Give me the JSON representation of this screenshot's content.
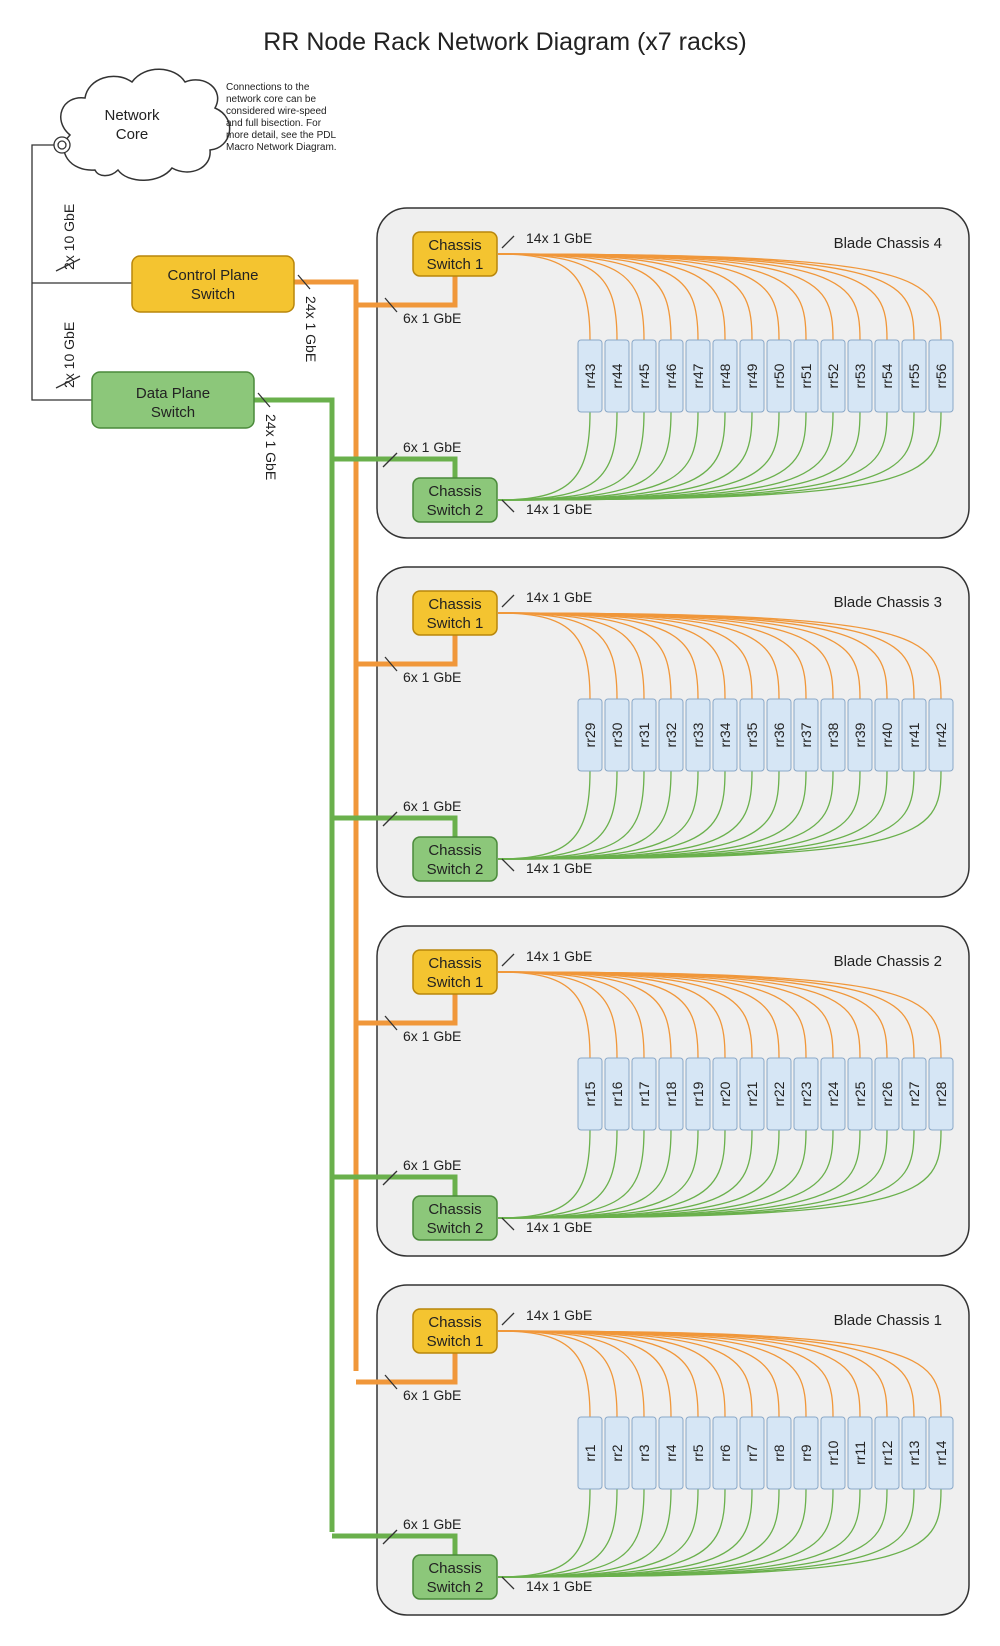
{
  "title": "RR Node Rack Network Diagram (x7 racks)",
  "network_core": {
    "label_line1": "Network",
    "label_line2": "Core",
    "note_lines": [
      "Connections to the",
      "network core can be",
      "considered wire-speed",
      "and full bisection.  For",
      "more detail, see the PDL",
      "Macro Network Diagram."
    ]
  },
  "uplinks": {
    "control": "2x 10 GbE",
    "data": "2x 10 GbE"
  },
  "control_switch": {
    "line1": "Control Plane",
    "line2": "Switch",
    "link_label": "24x 1 GbE"
  },
  "data_switch": {
    "line1": "Data Plane",
    "line2": "Switch",
    "link_label": "24x 1 GbE"
  },
  "chassis_switch_1": {
    "line1": "Chassis",
    "line2": "Switch 1"
  },
  "chassis_switch_2": {
    "line1": "Chassis",
    "line2": "Switch 2"
  },
  "chassis": [
    {
      "name": "Blade Chassis 4",
      "uplink_top": "6x 1 GbE",
      "uplink_bottom": "6x 1 GbE",
      "node_link_top": "14x 1 GbE",
      "node_link_bottom": "14x 1 GbE",
      "nodes": [
        "rr43",
        "rr44",
        "rr45",
        "rr46",
        "rr47",
        "rr48",
        "rr49",
        "rr50",
        "rr51",
        "rr52",
        "rr53",
        "rr54",
        "rr55",
        "rr56"
      ]
    },
    {
      "name": "Blade Chassis 3",
      "uplink_top": "6x 1 GbE",
      "uplink_bottom": "6x 1 GbE",
      "node_link_top": "14x 1 GbE",
      "node_link_bottom": "14x 1 GbE",
      "nodes": [
        "rr29",
        "rr30",
        "rr31",
        "rr32",
        "rr33",
        "rr34",
        "rr35",
        "rr36",
        "rr37",
        "rr38",
        "rr39",
        "rr40",
        "rr41",
        "rr42"
      ]
    },
    {
      "name": "Blade Chassis 2",
      "uplink_top": "6x 1 GbE",
      "uplink_bottom": "6x 1 GbE",
      "node_link_top": "14x 1 GbE",
      "node_link_bottom": "14x 1 GbE",
      "nodes": [
        "rr15",
        "rr16",
        "rr17",
        "rr18",
        "rr19",
        "rr20",
        "rr21",
        "rr22",
        "rr23",
        "rr24",
        "rr25",
        "rr26",
        "rr27",
        "rr28"
      ]
    },
    {
      "name": "Blade Chassis 1",
      "uplink_top": "6x 1 GbE",
      "uplink_bottom": "6x 1 GbE",
      "node_link_top": "14x 1 GbE",
      "node_link_bottom": "14x 1 GbE",
      "nodes": [
        "rr1",
        "rr2",
        "rr3",
        "rr4",
        "rr5",
        "rr6",
        "rr7",
        "rr8",
        "rr9",
        "rr10",
        "rr11",
        "rr12",
        "rr13",
        "rr14"
      ]
    }
  ],
  "colors": {
    "orange_link": "#f0973a",
    "green_link": "#6ab04c",
    "control_fill": "#f4c430",
    "control_stroke": "#b8860b",
    "data_fill": "#8cc77a",
    "data_stroke": "#4a8a3a",
    "chassis_fill": "#efefef",
    "node_fill": "#d6e6f5",
    "node_stroke": "#8aa8c8"
  }
}
